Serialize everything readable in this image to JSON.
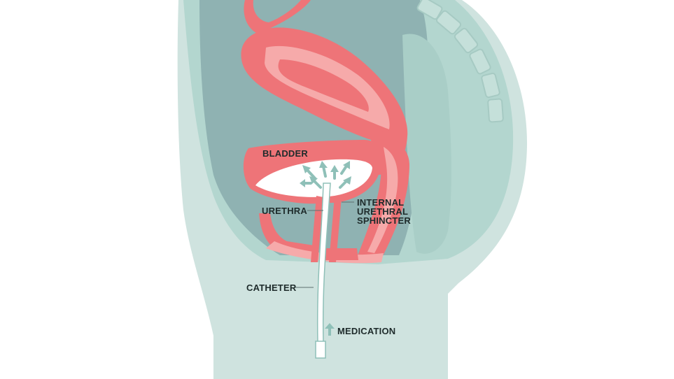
{
  "labels": {
    "bladder": "BLADDER",
    "urethra": "URETHRA",
    "sphincter_line1": "INTERNAL",
    "sphincter_line2": "URETHRAL",
    "sphincter_line3": "SPHINCTER",
    "catheter": "CATHETER",
    "medication": "MEDICATION"
  },
  "colors": {
    "body_outer": "#cfe3df",
    "body_mid": "#b3d6cf",
    "cavity": "#8fb2b2",
    "spine": "#a9cec7",
    "organ_coral": "#ee7478",
    "organ_pink": "#f6aaaa",
    "bladder_fill": "#ffffff",
    "catheter": "#ffffff",
    "arrow": "#8fc0b8",
    "leader": "#5d6f6f",
    "text": "#1e2b2b"
  },
  "icons": {
    "flow_arrow": "arrow-up-icon",
    "legend_arrow": "medication-arrow-icon"
  }
}
